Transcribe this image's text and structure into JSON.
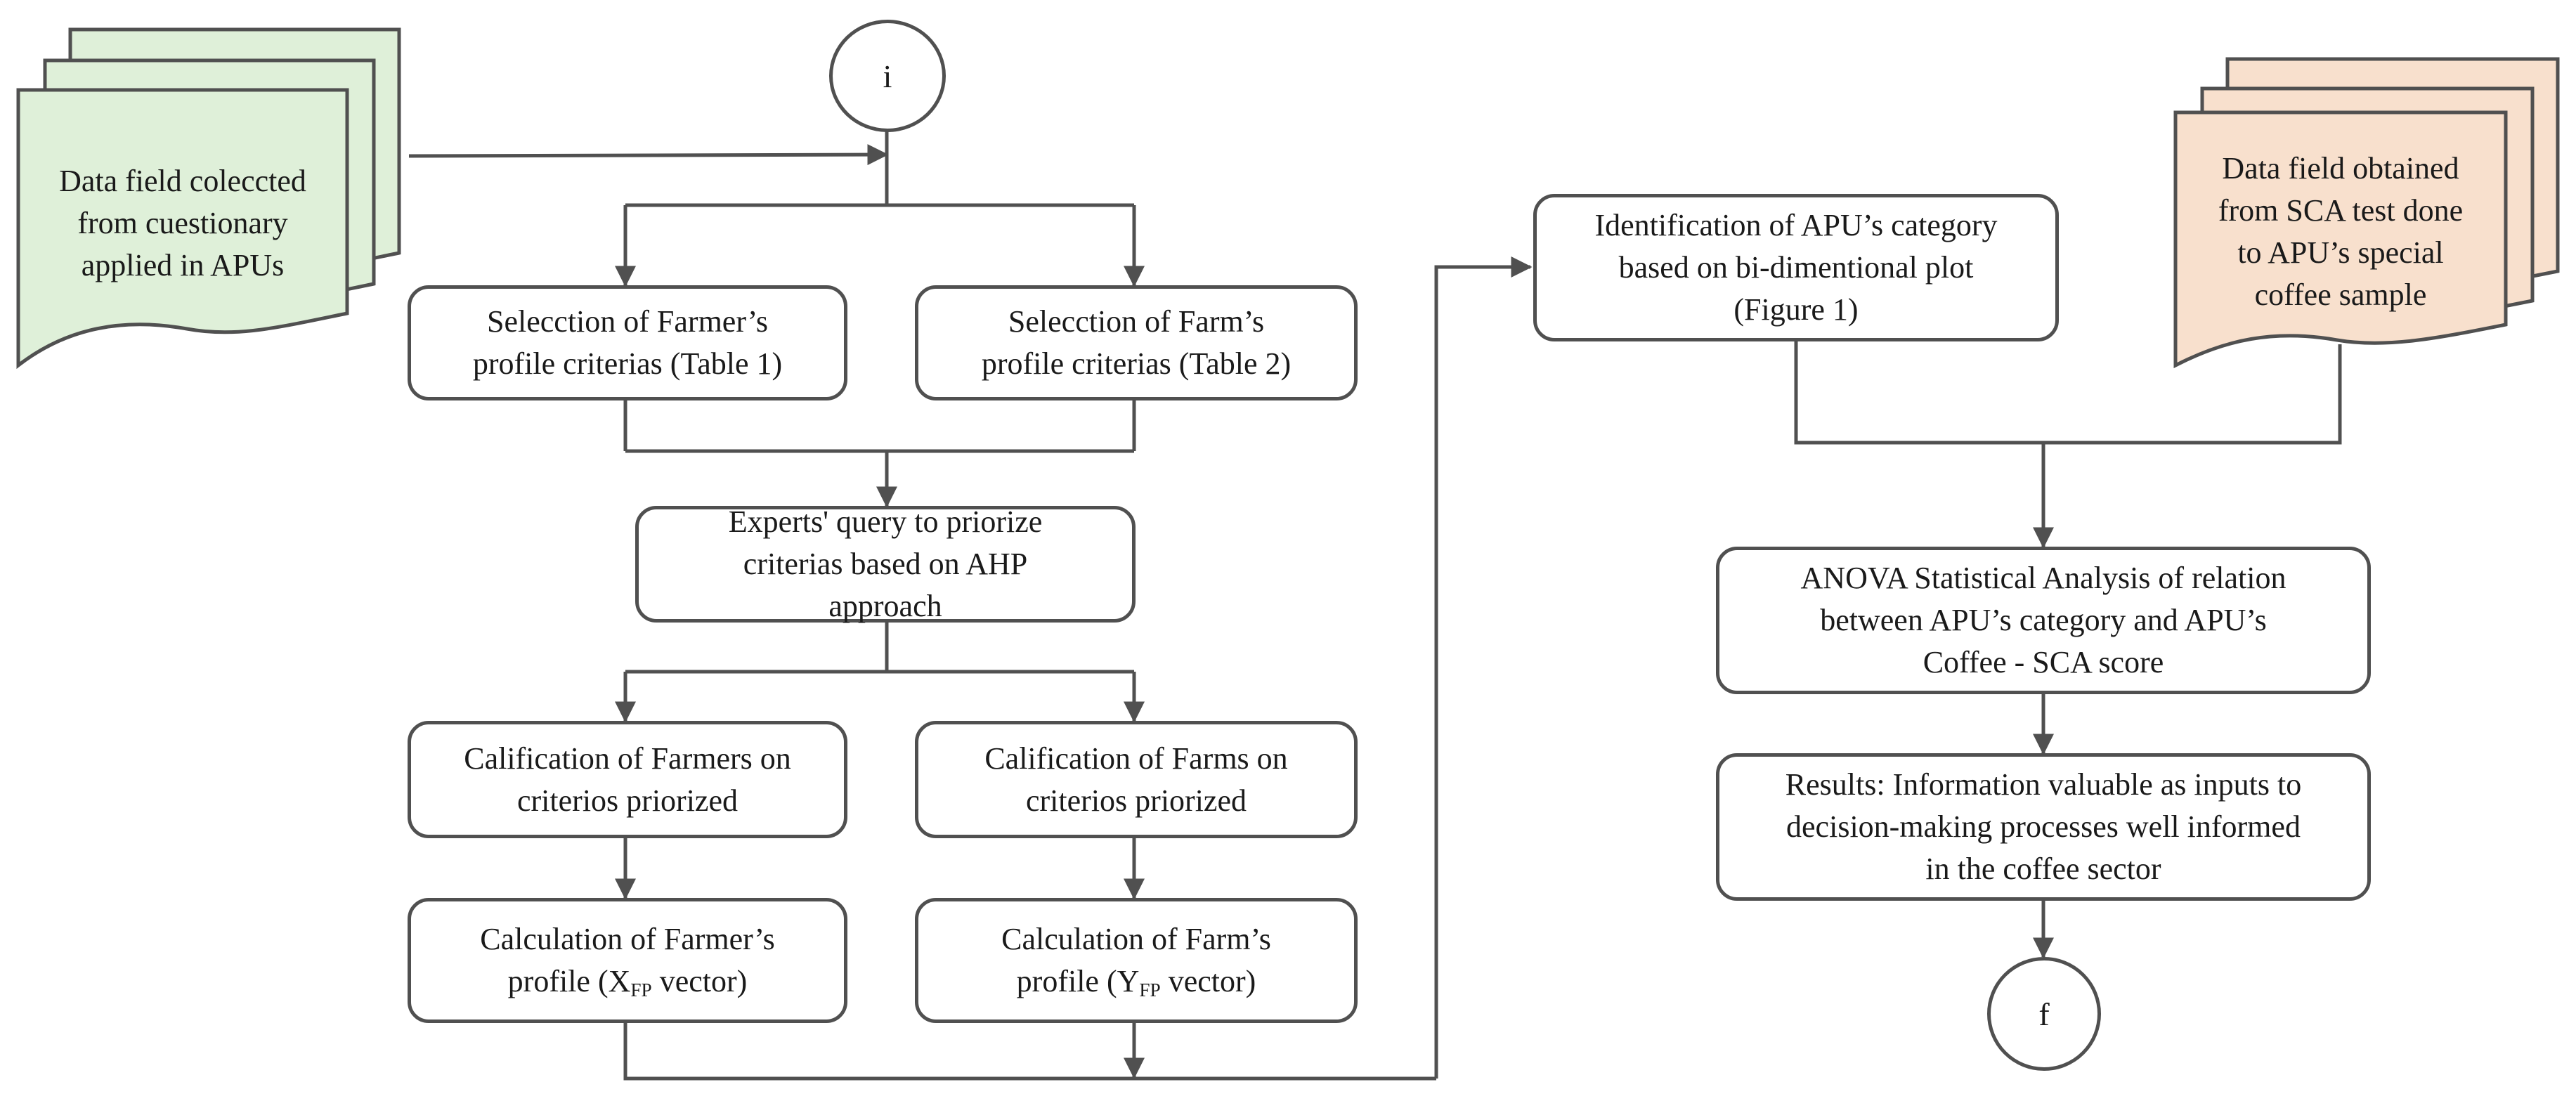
{
  "colors": {
    "line": "#505050",
    "doc_left_fill": "#dff0d9",
    "doc_right_fill": "#f8e0cd"
  },
  "start_connector": "i",
  "end_connector": "f",
  "doc_left": "Data field coleccted\nfrom cuestionary\napplied in APUs",
  "doc_right": "Data field obtained\nfrom SCA test done\nto APU’s special\ncoffee sample",
  "farmer_criteria": "Selecction of Farmer’s\nprofile criterias  (Table 1)",
  "farm_criteria": "Selecction of Farm’s\nprofile criterias  (Table 2)",
  "experts_query": "Experts' query to priorize\ncriterias based on AHP\napproach",
  "farmers_calification": "Calification of Farmers on\ncriterios priorized",
  "farms_calification": "Calification of Farms on\ncriterios priorized",
  "farmer_profile": {
    "line1": "Calculation of Farmer’s",
    "prefix": "profile  (X",
    "sub": "FP",
    "suffix": " vector)"
  },
  "farm_profile": {
    "line1": "Calculation of Farm’s",
    "prefix": "profile (Y",
    "sub": "FP",
    "suffix": " vector)"
  },
  "identification": "Identification of APU’s category\nbased on bi-dimentional plot\n(Figure 1)",
  "anova": "ANOVA Statistical Analysis of relation\nbetween APU’s category and APU’s\nCoffee - SCA score",
  "results": "Results: Information valuable as inputs to\ndecision-making processes well informed\nin the coffee sector"
}
